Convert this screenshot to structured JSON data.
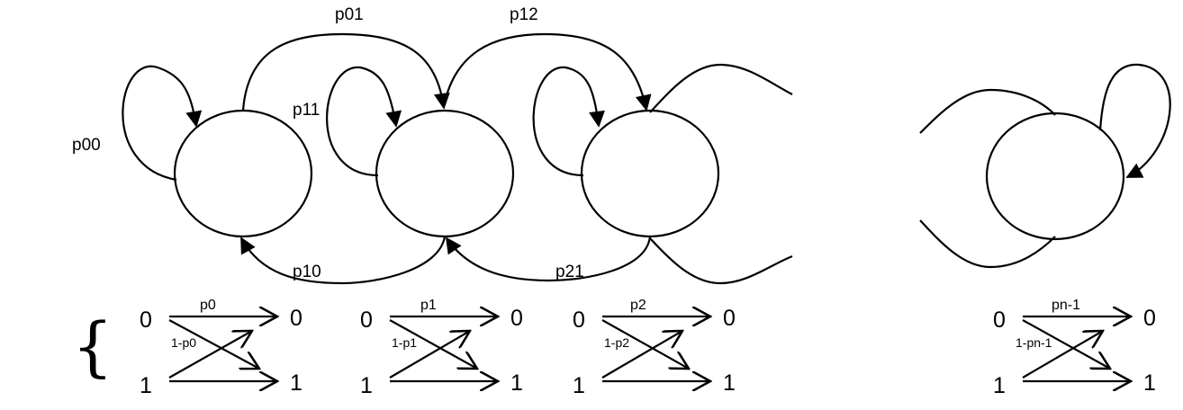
{
  "diagram": {
    "colors": {
      "ink": "#000000",
      "background": "#ffffff"
    },
    "transition_labels": {
      "p00": "p00",
      "p01": "p01",
      "p12": "p12",
      "p11": "p11",
      "p10": "p10",
      "p21": "p21"
    },
    "brace": "{",
    "channels": [
      {
        "top_in": "0",
        "top_out": "0",
        "bottom_in": "1",
        "bottom_out": "1",
        "p": "p0",
        "q": "1-p0"
      },
      {
        "top_in": "0",
        "top_out": "0",
        "bottom_in": "1",
        "bottom_out": "1",
        "p": "p1",
        "q": "1-p1"
      },
      {
        "top_in": "0",
        "top_out": "0",
        "bottom_in": "1",
        "bottom_out": "1",
        "p": "p2",
        "q": "1-p2"
      },
      {
        "top_in": "0",
        "top_out": "0",
        "bottom_in": "1",
        "bottom_out": "1",
        "p": "pn-1",
        "q": "1-pn-1"
      }
    ]
  }
}
